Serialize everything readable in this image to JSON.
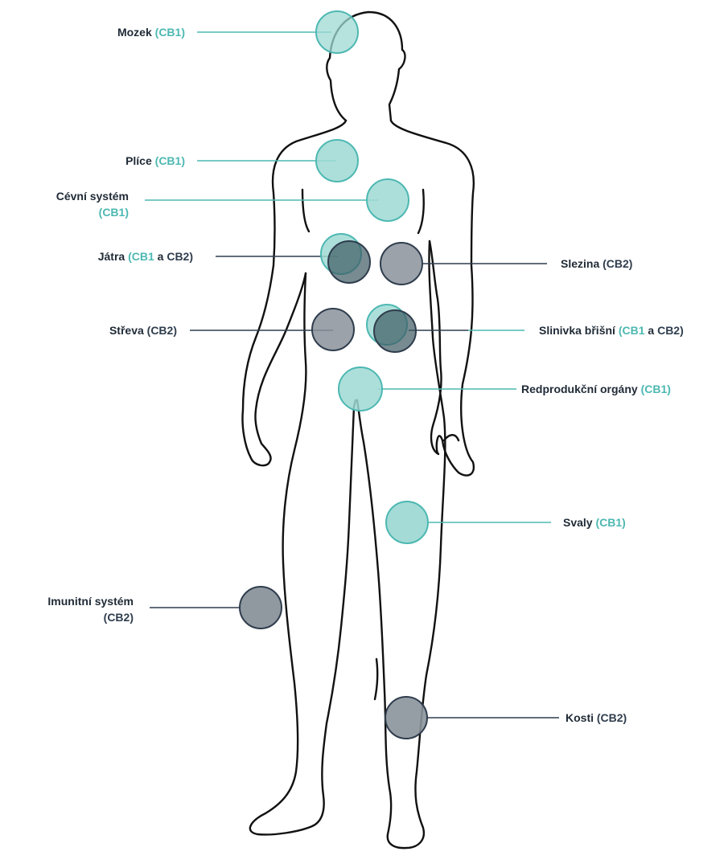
{
  "colors": {
    "cb1_fill": "#9fd9d4",
    "cb1_stroke": "#4db8b2",
    "cb1_text": "#4db8b2",
    "cb2_fill": "#8a929b",
    "cb2_stroke": "#2f3d4d",
    "cb2_text": "#2f3d4d",
    "label_text": "#1f2a36",
    "outline": "#111111"
  },
  "labels": {
    "mozek": {
      "name": "Mozek",
      "cb": "(CB1)"
    },
    "plice": {
      "name": "Plíce",
      "cb": "(CB1)"
    },
    "cevni": {
      "name": "Cévní systém",
      "cb": "(CB1)"
    },
    "jatra": {
      "name": "Játra",
      "cb1": "(CB1",
      "conj": "a",
      "cb2": "CB2)"
    },
    "streva": {
      "name": "Střeva",
      "cb": "(CB2)"
    },
    "slezina": {
      "name": "Slezina",
      "cb": "(CB2)"
    },
    "slinivka": {
      "name": "Slinivka břišní",
      "cb1": "(CB1",
      "conj": "a",
      "cb2": "CB2)"
    },
    "repro": {
      "name": "Redprodukční orgány",
      "cb": "(CB1)"
    },
    "svaly": {
      "name": "Svaly",
      "cb": "(CB1)"
    },
    "imunitni": {
      "name": "Imunitní systém",
      "cb": "(CB2)"
    },
    "kosti": {
      "name": "Kosti",
      "cb": "(CB2)"
    }
  },
  "markers": [
    {
      "organ": "brain",
      "receptor": "CB1"
    },
    {
      "organ": "lungs",
      "receptor": "CB1"
    },
    {
      "organ": "vascular-system",
      "receptor": "CB1"
    },
    {
      "organ": "liver",
      "receptor": "CB1"
    },
    {
      "organ": "liver",
      "receptor": "CB2"
    },
    {
      "organ": "spleen",
      "receptor": "CB2"
    },
    {
      "organ": "intestines",
      "receptor": "CB2"
    },
    {
      "organ": "pancreas",
      "receptor": "CB1"
    },
    {
      "organ": "pancreas",
      "receptor": "CB2"
    },
    {
      "organ": "reproductive-organs",
      "receptor": "CB1"
    },
    {
      "organ": "muscles",
      "receptor": "CB1"
    },
    {
      "organ": "immune-system",
      "receptor": "CB2"
    },
    {
      "organ": "bones",
      "receptor": "CB2"
    }
  ]
}
